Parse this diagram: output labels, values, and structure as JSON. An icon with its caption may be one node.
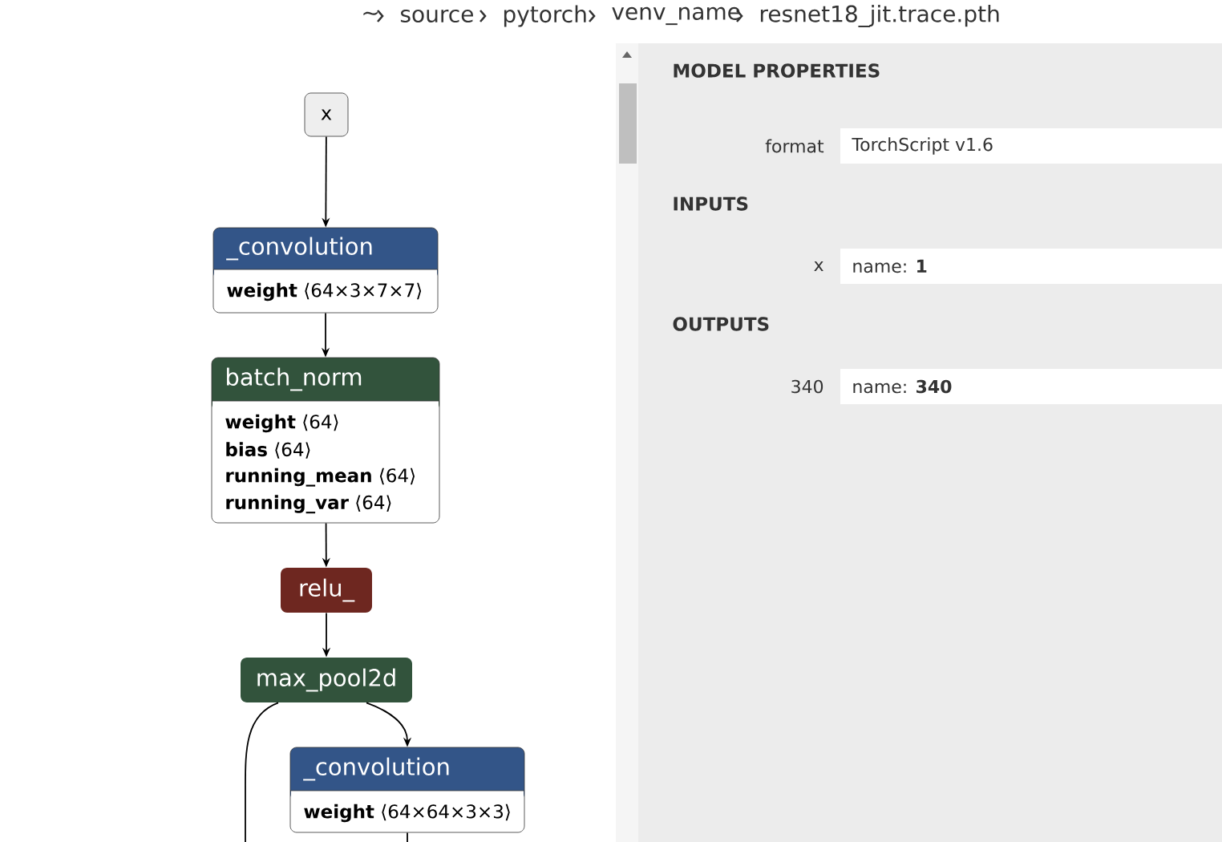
{
  "diagram": {
    "nodes": [
      {
        "text": [
          "x"
        ]
      },
      {
        "text": [
          "_convolution",
          "**weight** ⟨64×3×7×7⟩"
        ]
      },
      {
        "text": [
          "batch_norm",
          "**weight** ⟨64⟩",
          "**bias** ⟨64⟩",
          "**running_mean** ⟨64⟩",
          "**running_var** ⟨64⟩"
        ]
      },
      {
        "text": [
          "relu_"
        ]
      },
      {
        "text": [
          "max_pool2d"
        ]
      },
      {
        "text": [
          "_convolution",
          "**weight** ⟨64×64×3×3⟩"
        ]
      }
    ],
    "edges": [
      {
        "from": 0,
        "to": 1,
        "arrow": "to"
      },
      {
        "from": 1,
        "to": 2,
        "arrow": "to"
      },
      {
        "from": 2,
        "to": 3,
        "arrow": "to"
      },
      {
        "from": 3,
        "to": 4,
        "arrow": "to"
      },
      {
        "from": 4,
        "to": 5,
        "arrow": "to"
      },
      {
        "from": 4,
        "to": null,
        "arrow": "none"
      },
      {
        "from": 5,
        "to": null,
        "arrow": "none"
      }
    ],
    "labels": [
      "~",
      "source",
      "pytorch",
      "venv_name",
      "resnet18_jit.trace.pth",
      "MODEL PROPERTIES",
      "format",
      "TorchScript v1.6",
      "INPUTS",
      "x",
      "name: **1**",
      "OUTPUTS",
      "340",
      "name: **340**"
    ]
  }
}
